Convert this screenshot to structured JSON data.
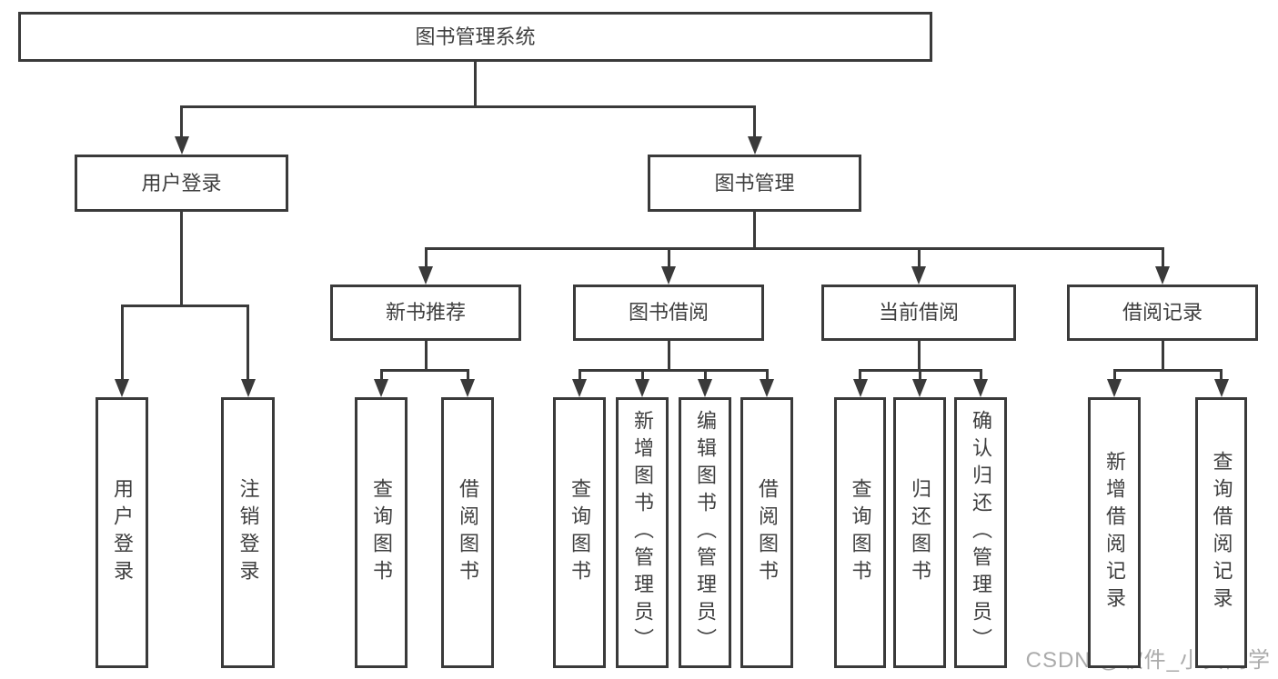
{
  "colors": {
    "line": "#3a3a3a",
    "text": "#3f3f3f",
    "background": "#ffffff",
    "watermark": "#a3a3a3"
  },
  "watermark": "CSDN @软件_小贺同学",
  "tree": {
    "id": "root",
    "label": "图书管理系统",
    "children": [
      {
        "id": "user-login",
        "label": "用户登录",
        "children": [
          {
            "id": "leaf-user-login",
            "label": "用户登录"
          },
          {
            "id": "leaf-logout",
            "label": "注销登录"
          }
        ]
      },
      {
        "id": "book-mgmt",
        "label": "图书管理",
        "children": [
          {
            "id": "new-book-rec",
            "label": "新书推荐",
            "children": [
              {
                "id": "leaf-query-1",
                "label": "查询图书"
              },
              {
                "id": "leaf-borrow-1",
                "label": "借阅图书"
              }
            ]
          },
          {
            "id": "book-borrow",
            "label": "图书借阅",
            "children": [
              {
                "id": "leaf-query-2",
                "label": "查询图书"
              },
              {
                "id": "leaf-add-book",
                "label": "新增图书（管理员）"
              },
              {
                "id": "leaf-edit-book",
                "label": "编辑图书（管理员）"
              },
              {
                "id": "leaf-borrow-2",
                "label": "借阅图书"
              }
            ]
          },
          {
            "id": "current-borrow",
            "label": "当前借阅",
            "children": [
              {
                "id": "leaf-query-3",
                "label": "查询图书"
              },
              {
                "id": "leaf-return",
                "label": "归还图书"
              },
              {
                "id": "leaf-confirm-return",
                "label": "确认归还（管理员）"
              }
            ]
          },
          {
            "id": "borrow-records",
            "label": "借阅记录",
            "children": [
              {
                "id": "leaf-add-record",
                "label": "新增借阅记录"
              },
              {
                "id": "leaf-query-record",
                "label": "查询借阅记录"
              }
            ]
          }
        ]
      }
    ]
  }
}
